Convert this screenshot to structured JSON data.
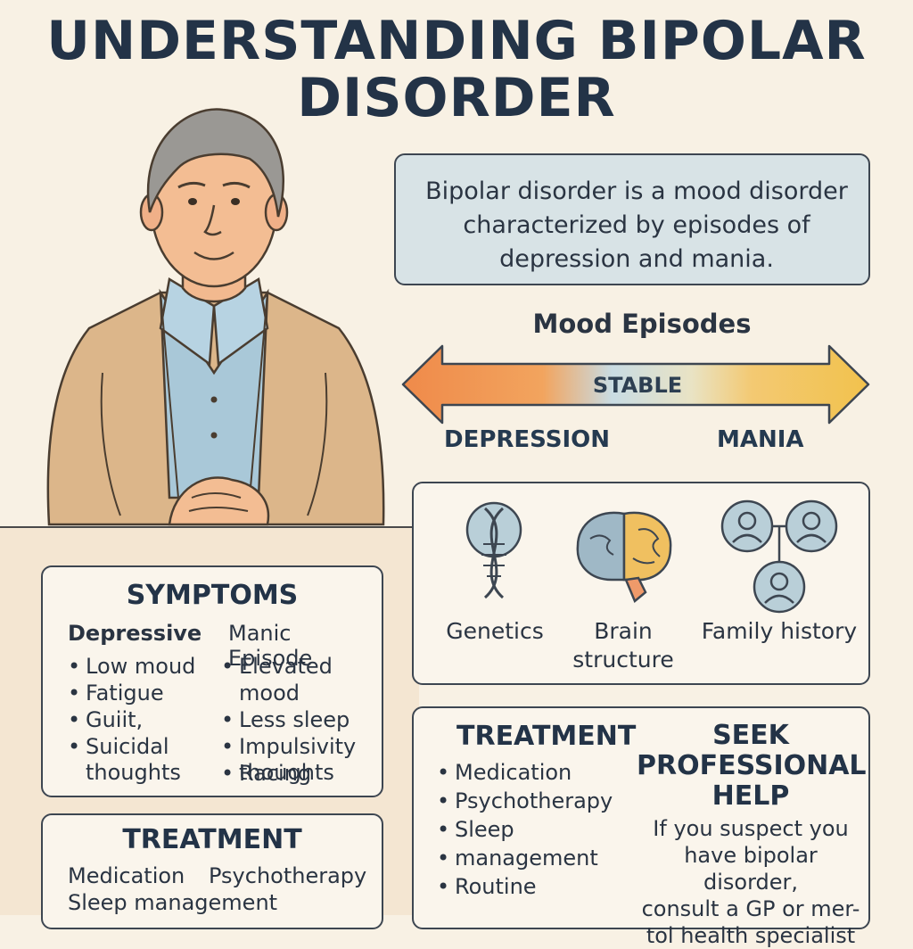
{
  "title_line1": "UNDERSTANDING BIPOLAR",
  "title_line2": "DISORDER",
  "definition": {
    "line1": "Bipolar disorder is a mood disorder",
    "line2": "characterized by episodes of",
    "line3": "depression and mania."
  },
  "mood": {
    "title": "Mood Episodes",
    "stable": "STABLE",
    "left": "DEPRESSION",
    "right": "MANIA"
  },
  "causes": [
    {
      "label_1": "Genetics",
      "label_2": "",
      "icon": "dna-icon"
    },
    {
      "label_1": "Brain",
      "label_2": "structure",
      "icon": "brain-icon"
    },
    {
      "label_1": "Family history",
      "label_2": "",
      "icon": "family-icon"
    }
  ],
  "symptoms": {
    "heading": "SYMPTOMS",
    "depressive_head": "Depressive",
    "manic_head": "Manic Episode",
    "depressive": [
      "Low moud",
      "Fatigue",
      "Guiit,",
      "Suicidal"
    ],
    "depressive_cont": "thoughts",
    "manic": [
      "Elevated mood",
      "Less sleep",
      "Impulsivity",
      "Racing"
    ],
    "manic_cont": "thoughts"
  },
  "treatment_left": {
    "heading": "TREATMENT",
    "item1": "Medication",
    "item2": "Psychotherapy",
    "item3": "Sleep management"
  },
  "treatment_right": {
    "heading": "TREATMENT",
    "items": [
      "Medication",
      "Psychotherapy",
      "Sleep",
      "Routine"
    ],
    "sleep_cont": "management"
  },
  "help": {
    "heading_1": "SEEK",
    "heading_2": "PROFESSIONAL",
    "heading_3": "HELP",
    "lines": [
      "If you suspect you",
      "have bipolar disorder,",
      "consult a GP or mer-",
      "tol health specialist"
    ]
  },
  "colors": {
    "background": "#f8f1e4",
    "definition_box": "#d8e3e6",
    "depression": "#ef8a4a",
    "stable": "#c9dce3",
    "mania": "#f2c24d",
    "heading": "#233347"
  }
}
